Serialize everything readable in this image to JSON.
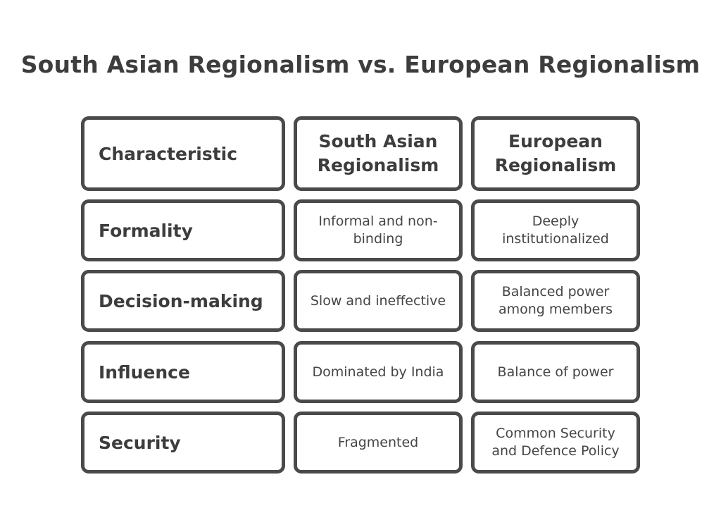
{
  "title": "South Asian Regionalism vs. European Regionalism",
  "table": {
    "headers": [
      "Characteristic",
      "South Asian Regionalism",
      "European Regionalism"
    ],
    "rows": [
      {
        "characteristic": "Formality",
        "south_asian": "Informal and non-binding",
        "european": "Deeply institutionalized"
      },
      {
        "characteristic": "Decision-making",
        "south_asian": "Slow and ineffective",
        "european": "Balanced power among members"
      },
      {
        "characteristic": "Influence",
        "south_asian": "Dominated by India",
        "european": "Balance of power"
      },
      {
        "characteristic": "Security",
        "south_asian": "Fragmented",
        "european": "Common Security and Defence Policy"
      }
    ]
  }
}
